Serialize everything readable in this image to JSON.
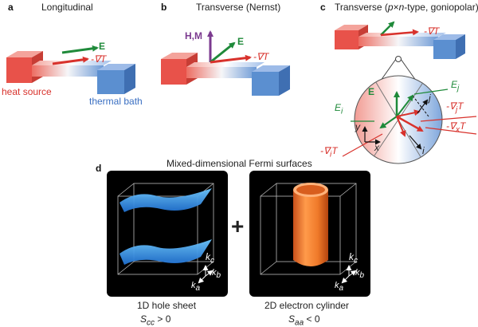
{
  "colors": {
    "hot": "#e8524a",
    "cold": "#5b8fd0",
    "gradient_red": "#d8322c",
    "field_green": "#1f8a3a",
    "magnet_purple": "#7b3a8f",
    "sheet_blue": "#2f8fe0",
    "cylinder_orange": "#f07a2a",
    "panel_black": "#000000"
  },
  "panel_a": {
    "letter": "a",
    "title": "Longitudinal",
    "e_label": "E",
    "grad_label": "-∇T",
    "source_label": "heat source",
    "bath_label": "thermal bath"
  },
  "panel_b": {
    "letter": "b",
    "title": "Transverse (Nernst)",
    "hm_label": "H,M",
    "e_label": "E",
    "grad_label": "-∇T"
  },
  "panel_c": {
    "letter": "c",
    "title_pre": "Transverse (",
    "title_p": "p",
    "title_times": "×",
    "title_n": "n",
    "title_post": "-type, goniopolar)",
    "top_grad_label": "-∇T",
    "e_label": "E",
    "ej_label": "E",
    "ej_sub": "j",
    "ei_label": "E",
    "ei_sub": "i",
    "j_axis": "j",
    "i_axis": "i",
    "y_axis": "y",
    "x_axis": "x",
    "grad_j_label": "-∇",
    "grad_j_sub": "j",
    "grad_j_T": "T",
    "grad_x_label": "-∇",
    "grad_x_sub": "x",
    "grad_x_T": "T",
    "grad_i_label": "-∇",
    "grad_i_sub": "i",
    "grad_i_T": "T"
  },
  "panel_d": {
    "letter": "d",
    "title": "Mixed-dimensional Fermi surfaces",
    "plus": "+",
    "left": {
      "caption": "1D hole sheet",
      "s_label": "S",
      "s_sub": "cc",
      "s_rel": " > 0",
      "kc": "k",
      "kc_sub": "c",
      "kb": "k",
      "kb_sub": "b",
      "ka": "k",
      "ka_sub": "a"
    },
    "right": {
      "caption": "2D electron cylinder",
      "s_label": "S",
      "s_sub": "aa",
      "s_rel": " < 0",
      "kc": "k",
      "kc_sub": "c",
      "kb": "k",
      "kb_sub": "b",
      "ka": "k",
      "ka_sub": "a"
    }
  }
}
